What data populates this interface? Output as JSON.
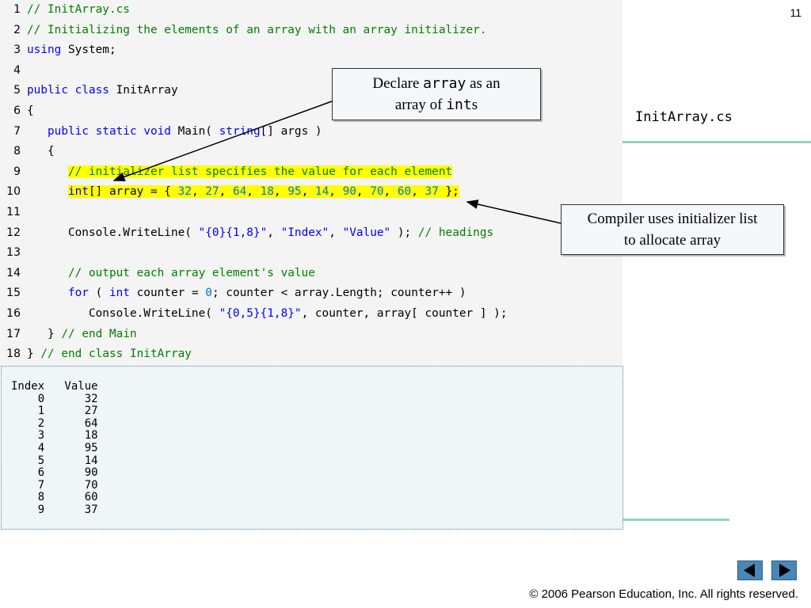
{
  "slide": {
    "page_number": "11",
    "file_label": "InitArray.cs",
    "footer": "© 2006 Pearson Education, Inc.  All rights reserved."
  },
  "code_lines": [
    {
      "num": "1",
      "segments": [
        {
          "t": "// InitArray.cs",
          "c": "cm"
        }
      ]
    },
    {
      "num": "2",
      "segments": [
        {
          "t": "// Initializing the elements of an array with an array initializer.",
          "c": "cm"
        }
      ]
    },
    {
      "num": "3",
      "segments": [
        {
          "t": "using",
          "c": "kw"
        },
        {
          "t": " System;",
          "c": ""
        }
      ]
    },
    {
      "num": "4",
      "segments": []
    },
    {
      "num": "5",
      "segments": [
        {
          "t": "public",
          "c": "kw"
        },
        {
          "t": " ",
          "c": ""
        },
        {
          "t": "class",
          "c": "kw"
        },
        {
          "t": " InitArray",
          "c": ""
        }
      ]
    },
    {
      "num": "6",
      "segments": [
        {
          "t": "{",
          "c": ""
        }
      ]
    },
    {
      "num": "7",
      "segments": [
        {
          "t": "   ",
          "c": ""
        },
        {
          "t": "public",
          "c": "kw"
        },
        {
          "t": " ",
          "c": ""
        },
        {
          "t": "static",
          "c": "kw"
        },
        {
          "t": " ",
          "c": ""
        },
        {
          "t": "void",
          "c": "kw"
        },
        {
          "t": " Main( ",
          "c": ""
        },
        {
          "t": "string",
          "c": "kw"
        },
        {
          "t": "[] args )",
          "c": ""
        }
      ]
    },
    {
      "num": "8",
      "segments": [
        {
          "t": "   {",
          "c": ""
        }
      ]
    },
    {
      "num": "9",
      "segments": [
        {
          "t": "      ",
          "c": ""
        },
        {
          "t": "// initializer list specifies the value for each element",
          "c": "cm hl"
        }
      ]
    },
    {
      "num": "10",
      "segments": [
        {
          "t": "      ",
          "c": ""
        },
        {
          "t": "int",
          "c": "kw hl"
        },
        {
          "t": "[] array = { ",
          "c": "hl"
        },
        {
          "t": "32",
          "c": "nm hl"
        },
        {
          "t": ", ",
          "c": "hl"
        },
        {
          "t": "27",
          "c": "nm hl"
        },
        {
          "t": ", ",
          "c": "hl"
        },
        {
          "t": "64",
          "c": "nm hl"
        },
        {
          "t": ", ",
          "c": "hl"
        },
        {
          "t": "18",
          "c": "nm hl"
        },
        {
          "t": ", ",
          "c": "hl"
        },
        {
          "t": "95",
          "c": "nm hl"
        },
        {
          "t": ", ",
          "c": "hl"
        },
        {
          "t": "14",
          "c": "nm hl"
        },
        {
          "t": ", ",
          "c": "hl"
        },
        {
          "t": "90",
          "c": "nm hl"
        },
        {
          "t": ", ",
          "c": "hl"
        },
        {
          "t": "70",
          "c": "nm hl"
        },
        {
          "t": ", ",
          "c": "hl"
        },
        {
          "t": "60",
          "c": "nm hl"
        },
        {
          "t": ", ",
          "c": "hl"
        },
        {
          "t": "37",
          "c": "nm hl"
        },
        {
          "t": " };",
          "c": "hl"
        }
      ]
    },
    {
      "num": "11",
      "segments": []
    },
    {
      "num": "12",
      "segments": [
        {
          "t": "      Console.WriteLine( ",
          "c": ""
        },
        {
          "t": "\"{0}{1,8}\"",
          "c": "st"
        },
        {
          "t": ", ",
          "c": ""
        },
        {
          "t": "\"Index\"",
          "c": "st"
        },
        {
          "t": ", ",
          "c": ""
        },
        {
          "t": "\"Value\"",
          "c": "st"
        },
        {
          "t": " ); ",
          "c": ""
        },
        {
          "t": "// headings",
          "c": "cm"
        }
      ]
    },
    {
      "num": "13",
      "segments": []
    },
    {
      "num": "14",
      "segments": [
        {
          "t": "      ",
          "c": ""
        },
        {
          "t": "// output each array element's value",
          "c": "cm"
        }
      ]
    },
    {
      "num": "15",
      "segments": [
        {
          "t": "      ",
          "c": ""
        },
        {
          "t": "for",
          "c": "kw"
        },
        {
          "t": " ( ",
          "c": ""
        },
        {
          "t": "int",
          "c": "kw"
        },
        {
          "t": " counter = ",
          "c": ""
        },
        {
          "t": "0",
          "c": "nm"
        },
        {
          "t": "; counter < array.Length; counter++ )",
          "c": ""
        }
      ]
    },
    {
      "num": "16",
      "segments": [
        {
          "t": "         Console.WriteLine( ",
          "c": ""
        },
        {
          "t": "\"{0,5}{1,8}\"",
          "c": "st"
        },
        {
          "t": ", counter, array[ counter ] );",
          "c": ""
        }
      ]
    },
    {
      "num": "17",
      "segments": [
        {
          "t": "   } ",
          "c": ""
        },
        {
          "t": "// end Main",
          "c": "cm"
        }
      ]
    },
    {
      "num": "18",
      "segments": [
        {
          "t": "} ",
          "c": ""
        },
        {
          "t": "// end class InitArray",
          "c": "cm"
        }
      ]
    }
  ],
  "output_lines": [
    "Index   Value",
    "    0      32",
    "    1      27",
    "    2      64",
    "    3      18",
    "    4      95",
    "    5      14",
    "    6      90",
    "    7      70",
    "    8      60",
    "    9      37"
  ],
  "callouts": {
    "declare": {
      "pre": "Declare ",
      "code1": "array",
      "mid": " as an",
      "line2_pre": "array of ",
      "code2": "int",
      "post": "s"
    },
    "compiler": {
      "line1": "Compiler uses initializer list",
      "line2": "to allocate array"
    }
  },
  "colors": {
    "keyword": "#0000ff",
    "comment": "#008000",
    "number": "#0077c8",
    "highlight": "#ffff00",
    "code_bg": "#f4f4f4",
    "output_bg": "#eef6f7",
    "rule": "#8fd3bf",
    "nav_button": "#4a87b6"
  },
  "nav": {
    "prev_icon": "triangle-left-icon",
    "next_icon": "triangle-right-icon"
  }
}
